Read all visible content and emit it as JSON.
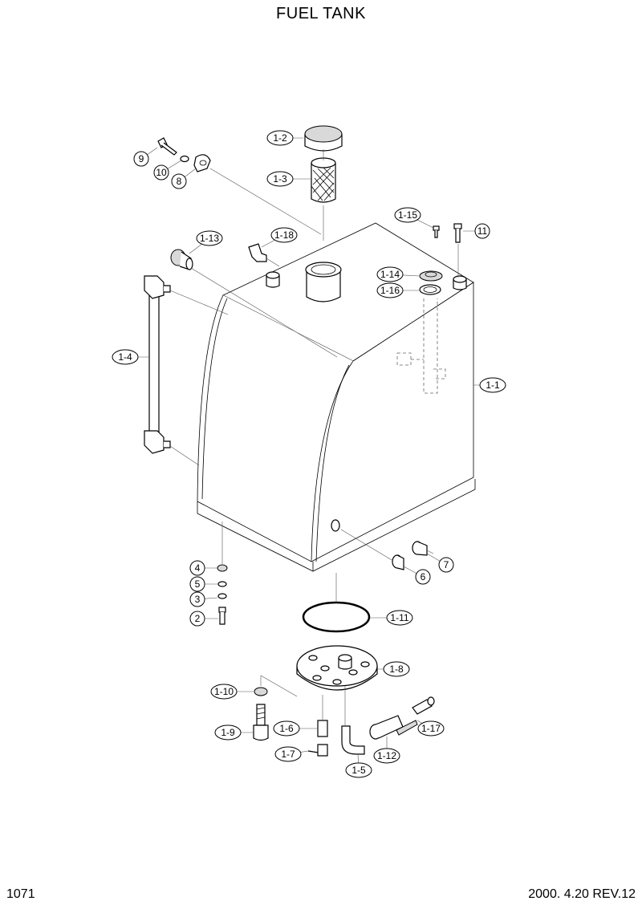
{
  "title": "FUEL TANK",
  "footer": {
    "page_number": "1071",
    "revision": "2000. 4.20 REV.12"
  },
  "callouts": [
    "1-2",
    "1-3",
    "9",
    "10",
    "8",
    "1-15",
    "11",
    "1-13",
    "1-18",
    "1-14",
    "1-16",
    "1-4",
    "1-1",
    "4",
    "5",
    "3",
    "2",
    "7",
    "6",
    "1-11",
    "1-8",
    "1-10",
    "1-6",
    "1-9",
    "1-7",
    "1-5",
    "1-12",
    "1-17"
  ]
}
